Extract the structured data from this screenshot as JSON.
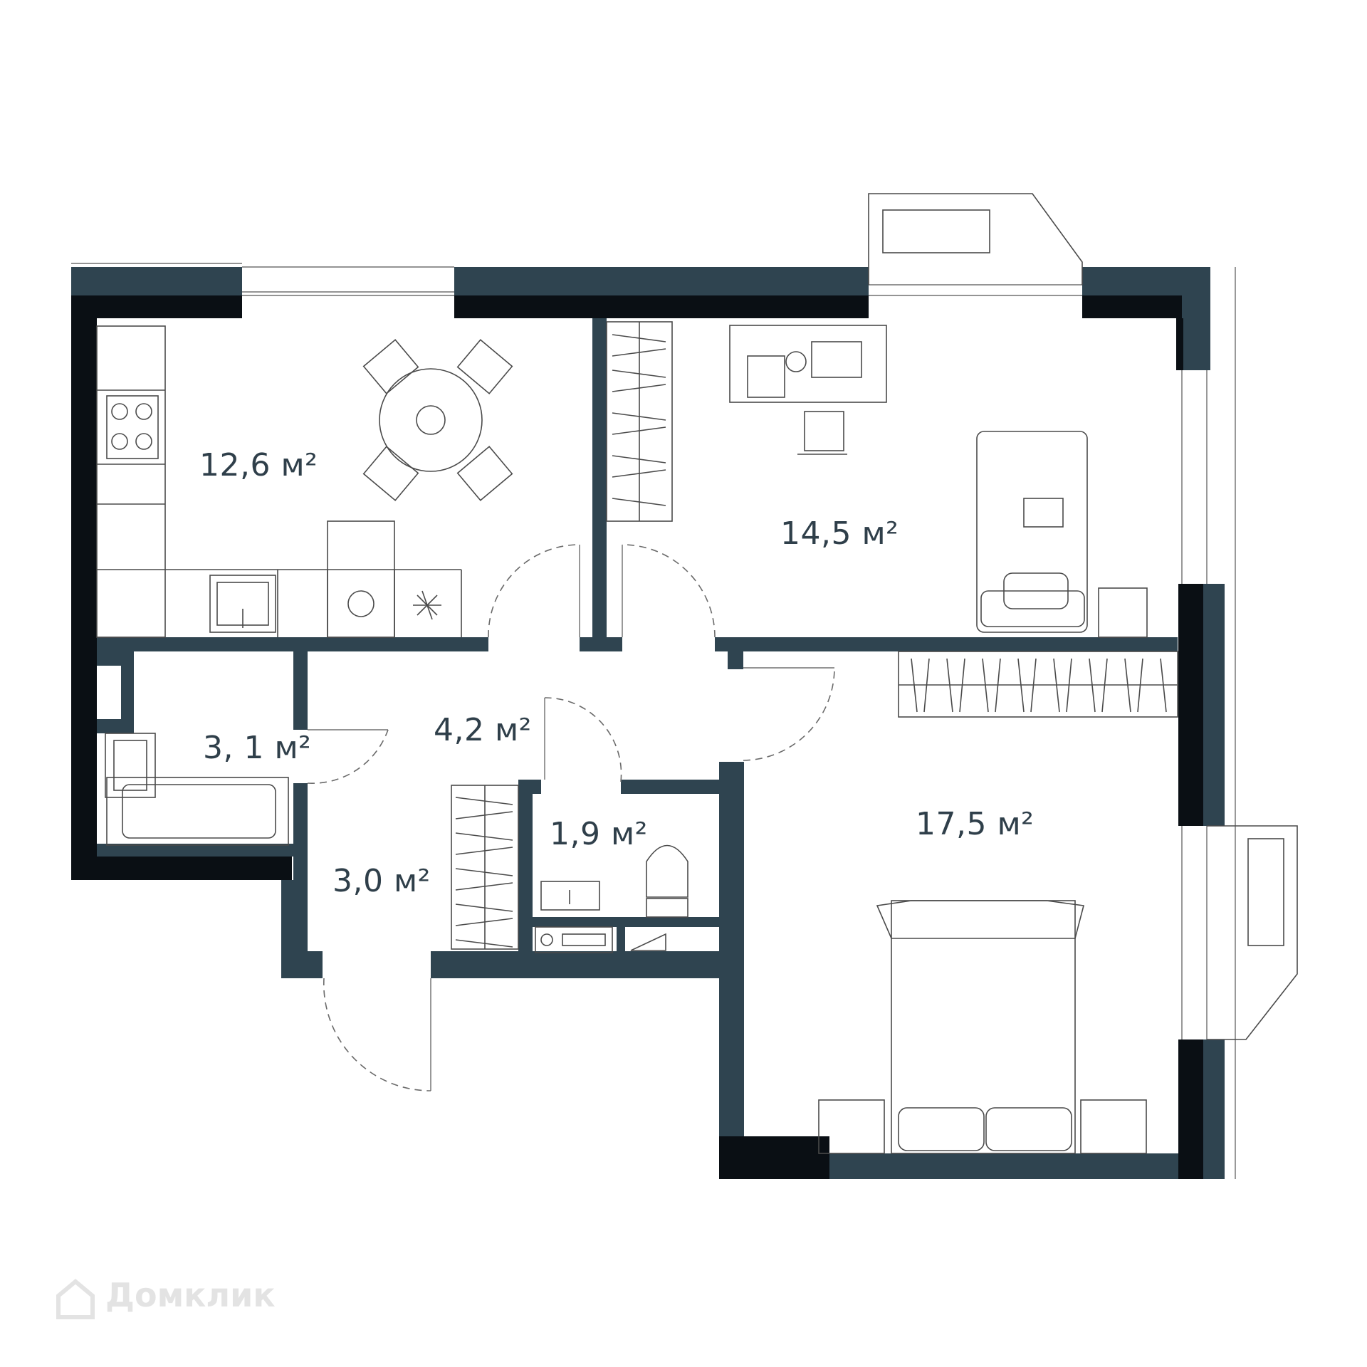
{
  "plan": {
    "colors": {
      "wall": "#2f4450",
      "wall_dark": "#0a0f14",
      "line": "#4a4a4a",
      "label": "#2f3f4a"
    },
    "rooms": [
      {
        "id": "kitchen",
        "area": "12,6 м²"
      },
      {
        "id": "bedroom-1",
        "area": "14,5 м²"
      },
      {
        "id": "hall",
        "area": "4,2 м²"
      },
      {
        "id": "bathroom",
        "area": "3, 1 м²"
      },
      {
        "id": "toilet",
        "area": "1,9 м²"
      },
      {
        "id": "entrance",
        "area": "3,0 м²"
      },
      {
        "id": "bedroom-2",
        "area": "17,5 м²"
      }
    ]
  },
  "watermark": {
    "text": "Домклик",
    "icon": "house-logo-icon"
  }
}
